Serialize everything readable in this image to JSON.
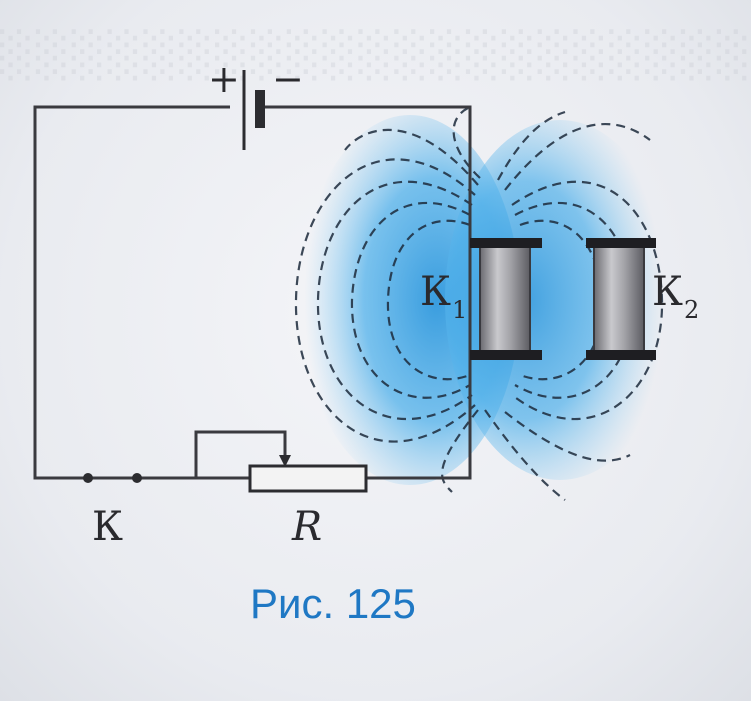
{
  "figure": {
    "caption": "Рис. 125",
    "battery_plus": "+",
    "battery_minus": "−",
    "key_label": "К",
    "rheostat_label": "R",
    "coil1_label": "К",
    "coil1_sub": "1",
    "coil2_label": "К",
    "coil2_sub": "2"
  },
  "colors": {
    "wire": "#3a3a3f",
    "field_glow": "#3aa6e6",
    "caption": "#1f78c4",
    "coil_body": "#9a9a9e"
  }
}
